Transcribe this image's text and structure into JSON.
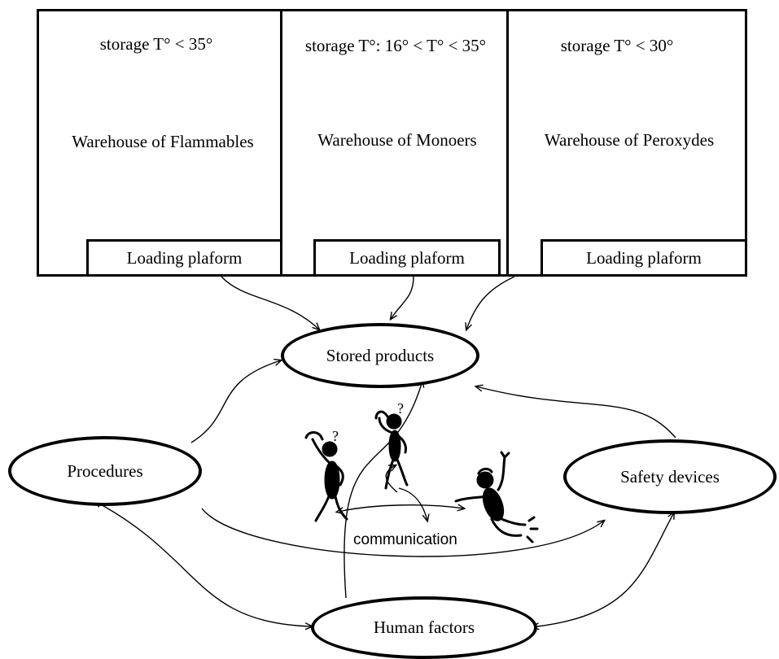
{
  "warehouses": [
    {
      "storage": "storage T° < 35°",
      "name": "Warehouse of Flammables",
      "platform": "Loading plaform"
    },
    {
      "storage": "storage T°: 16° < T° < 35°",
      "name": "Warehouse of Monoers",
      "platform": "Loading plaform"
    },
    {
      "storage": "storage T° < 30°",
      "name": "Warehouse of Peroxydes",
      "platform": "Loading plaform"
    }
  ],
  "nodes": {
    "stored_products": "Stored products",
    "procedures": "Procedures",
    "safety_devices": "Safety devices",
    "human_factors": "Human factors"
  },
  "center_label": "communication",
  "figures": {
    "question_mark": "?"
  },
  "icons": [
    "confused-person-icon",
    "questioning-person-icon",
    "falling-person-icon"
  ]
}
